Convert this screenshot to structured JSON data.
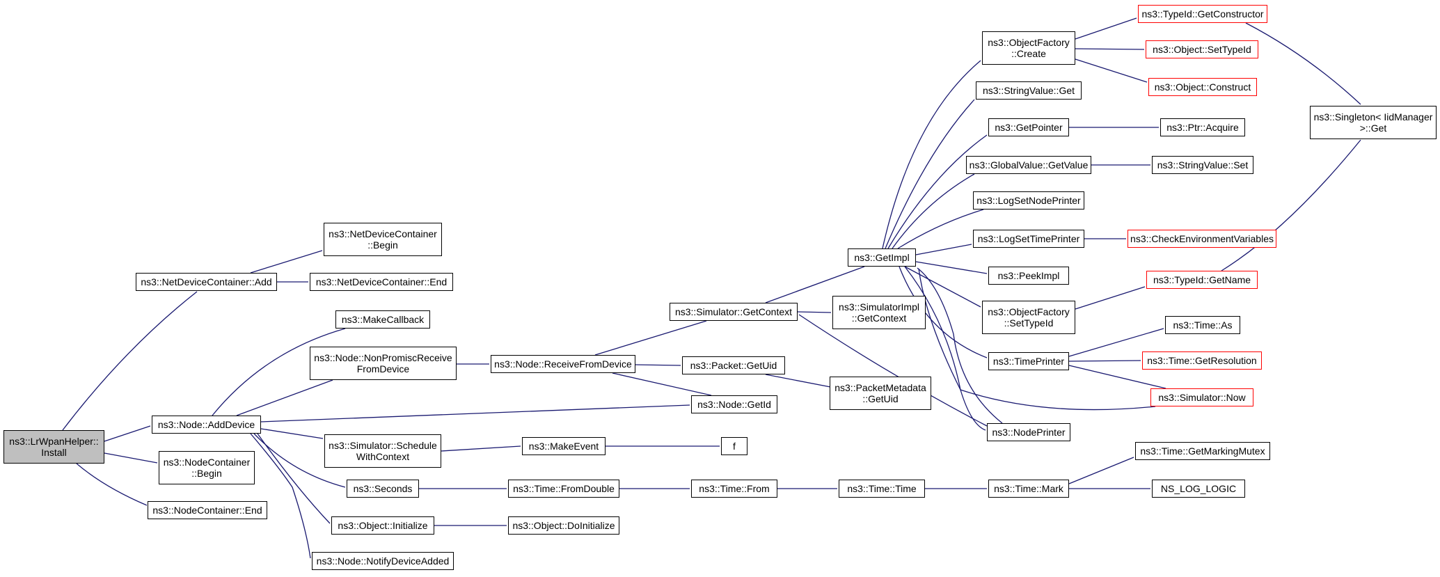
{
  "colors": {
    "edge": "#191970",
    "box_border": "#000000",
    "ext_border": "#ff0000",
    "root_fill": "#bfbfbf",
    "fill": "#ffffff"
  },
  "nodes": {
    "root": "ns3::LrWpanHelper::\nInstall",
    "netdev_add": "ns3::NetDeviceContainer::Add",
    "netdev_begin": "ns3::NetDeviceContainer\n::Begin",
    "netdev_end": "ns3::NetDeviceContainer::End",
    "node_adddevice": "ns3::Node::AddDevice",
    "nodecont_begin": "ns3::NodeContainer\n::Begin",
    "nodecont_end": "ns3::NodeContainer::End",
    "makecallback": "ns3::MakeCallback",
    "nonpromisc": "ns3::Node::NonPromiscReceive\nFromDevice",
    "receivefromdevice": "ns3::Node::ReceiveFromDevice",
    "getid": "ns3::Node::GetId",
    "schedule": "ns3::Simulator::Schedule\nWithContext",
    "seconds": "ns3::Seconds",
    "initialize": "ns3::Object::Initialize",
    "notifyadded": "ns3::Node::NotifyDeviceAdded",
    "sim_getcontext": "ns3::Simulator::GetContext",
    "packet_getuid": "ns3::Packet::GetUid",
    "simimpl_getcontext": "ns3::SimulatorImpl\n::GetContext",
    "pktmeta_getuid": "ns3::PacketMetadata\n::GetUid",
    "makeevent": "ns3::MakeEvent",
    "f": "f",
    "fromdouble": "ns3::Time::FromDouble",
    "doinitialize": "ns3::Object::DoInitialize",
    "time_from": "ns3::Time::From",
    "time_time": "ns3::Time::Time",
    "time_mark": "ns3::Time::Mark",
    "getimpl": "ns3::GetImpl",
    "objfactory_create": "ns3::ObjectFactory\n::Create",
    "stringvalue_get": "ns3::StringValue::Get",
    "getpointer": "ns3::GetPointer",
    "globalvalue_getvalue": "ns3::GlobalValue::GetValue",
    "logsetnodeprinter": "ns3::LogSetNodePrinter",
    "logsettimeprinter": "ns3::LogSetTimePrinter",
    "peekimpl": "ns3::PeekImpl",
    "objfactory_settypeid": "ns3::ObjectFactory\n::SetTypeId",
    "timeprinter": "ns3::TimePrinter",
    "nodeprinter": "ns3::NodePrinter",
    "typeid_getconstructor": "ns3::TypeId::GetConstructor",
    "object_settypeid": "ns3::Object::SetTypeId",
    "object_construct": "ns3::Object::Construct",
    "ptr_acquire": "ns3::Ptr::Acquire",
    "stringvalue_set": "ns3::StringValue::Set",
    "checkenv": "ns3::CheckEnvironmentVariables",
    "typeid_getname": "ns3::TypeId::GetName",
    "time_as": "ns3::Time::As",
    "time_getresolution": "ns3::Time::GetResolution",
    "simulator_now": "ns3::Simulator::Now",
    "getmarkingmutex": "ns3::Time::GetMarkingMutex",
    "ns_log_logic": "NS_LOG_LOGIC",
    "singleton_get": "ns3::Singleton< IidManager\n>::Get"
  }
}
